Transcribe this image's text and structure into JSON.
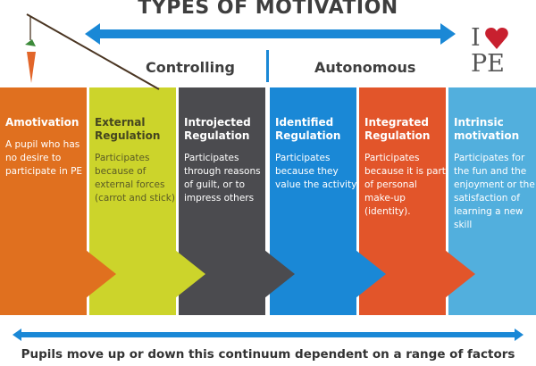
{
  "title": "TYPES OF MOTIVATION",
  "labels": {
    "controlling": "Controlling",
    "autonomous": "Autonomous"
  },
  "logo": {
    "i": "I",
    "pe": "PE",
    "heart_color": "#c8202f"
  },
  "columns": [
    {
      "title": "Amotivation",
      "body": "A pupil who has no desire to participate in PE",
      "color": "#e0701f"
    },
    {
      "title": "External Regulation",
      "body": "Participates because of external forces (carrot and stick)",
      "color": "#ccd42b"
    },
    {
      "title": "Introjected Regulation",
      "body": "Participates through reasons of guilt, or to impress others",
      "color": "#4b4b4f"
    },
    {
      "title": "Identified Regulation",
      "body": "Participates because they value the activity",
      "color": "#1a88d6"
    },
    {
      "title": "Integrated Regulation",
      "body": "Participates because it is part of personal make-up (identity).",
      "color": "#e2552a"
    },
    {
      "title": "Intrinsic motivation",
      "body": "Participates for the fun and the enjoyment or the satisfaction of learning a new skill",
      "color": "#52afdd"
    }
  ],
  "footer": "Pupils move up or down this continuum dependent on a range of factors",
  "arrow_color": "#1a88d6"
}
